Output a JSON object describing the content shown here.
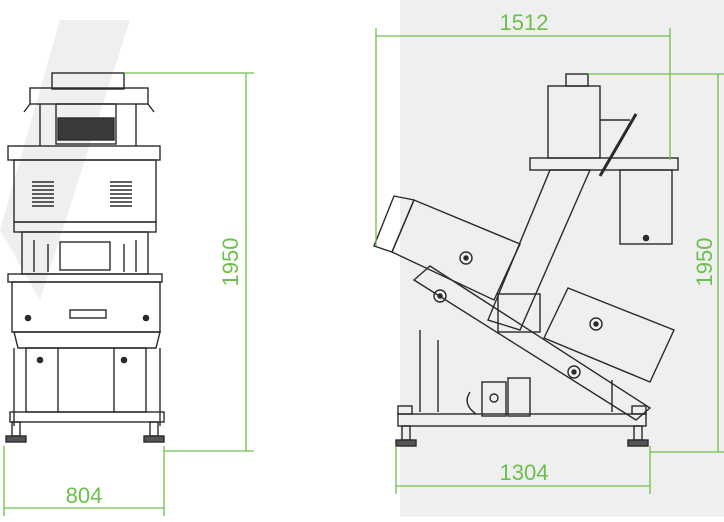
{
  "dimensions": {
    "front_width": "804",
    "front_height": "1950",
    "side_top_width": "1512",
    "side_height": "1950",
    "side_base_width": "1304"
  },
  "colors": {
    "dimension": "#6cc04a",
    "line": "#2a2a2a",
    "background_shape": "#eeeeee"
  }
}
